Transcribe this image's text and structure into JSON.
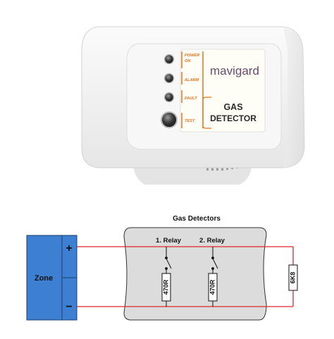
{
  "product": {
    "brand": "mavigard",
    "name_line1": "GAS",
    "name_line2": "DETECTOR",
    "indicators": [
      {
        "line1": "POWER",
        "line2": "ON"
      },
      {
        "line1": "ALARM",
        "line2": ""
      },
      {
        "line1": "FAULT",
        "line2": ""
      },
      {
        "line1": "TEST",
        "line2": ""
      }
    ],
    "colors": {
      "accent": "#e8731f",
      "brand": "#6a4a6b",
      "housing": "#f2f2f2"
    }
  },
  "diagram": {
    "title": "Gas Detectors",
    "zone_label": "Zone",
    "plus": "+",
    "minus": "−",
    "relays": [
      "1. Relay",
      "2. Relay"
    ],
    "resistors": [
      "470R",
      "470R"
    ],
    "end_resistor": "6K8",
    "colors": {
      "zone_fill": "#3d7fd1",
      "wire": "#e0262b",
      "panel": "#dcdcdc"
    }
  }
}
